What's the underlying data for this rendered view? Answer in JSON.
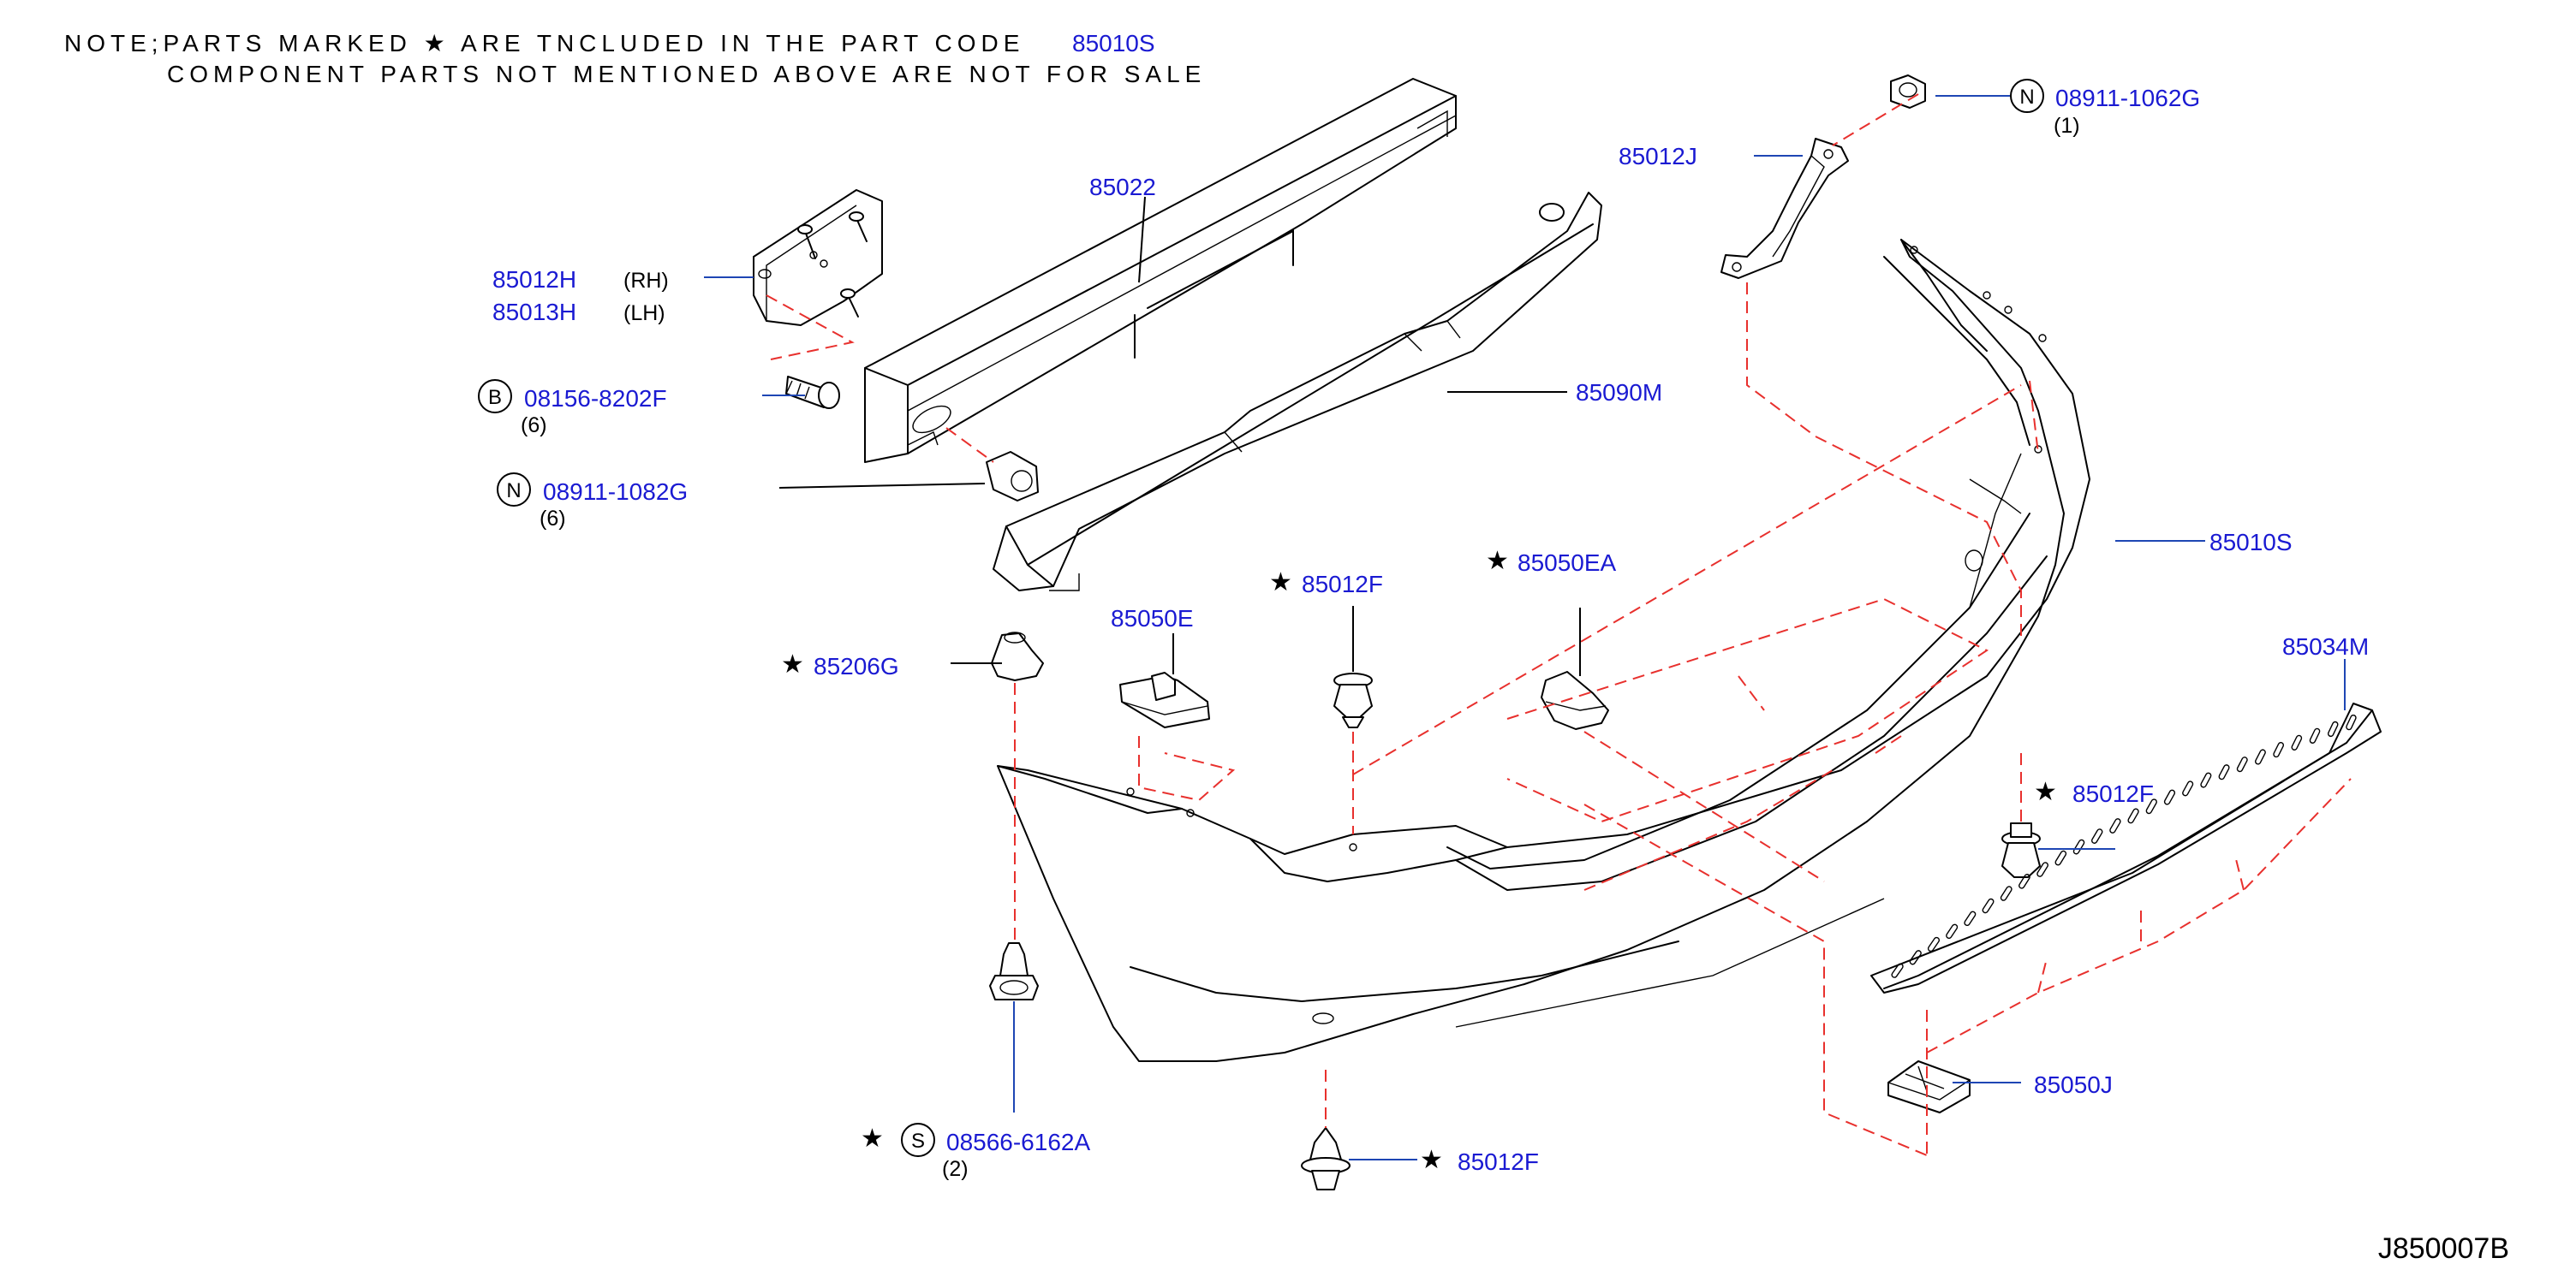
{
  "note": {
    "line1": "NOTE;PARTS MARKED ★ ARE TNCLUDED IN THE PART CODE",
    "overlap_part": "85010S",
    "line2": "COMPONENT PARTS NOT MENTIONED ABOVE ARE NOT FOR SALE"
  },
  "diagram_code": "J850007B",
  "colors": {
    "label": "#1a1ad2",
    "dash": "#e8302d",
    "lead": "#1e46b4"
  },
  "labels": {
    "p85022": "85022",
    "p85012h": "85012H",
    "p85012h_side": "(RH)",
    "p85013h": "85013H",
    "p85013h_side": "(LH)",
    "p08156": "08156-8202F",
    "p08156_prefix": "B",
    "p08156_qty": "(6)",
    "p08911_1082": "08911-1082G",
    "p08911_1082_prefix": "N",
    "p08911_1082_qty": "(6)",
    "p85090m": "85090M",
    "p08911_1062": "08911-1062G",
    "p08911_1062_prefix": "N",
    "p08911_1062_qty": "(1)",
    "p85012j": "85012J",
    "p85010s": "85010S",
    "p85012f_a": "85012F",
    "p85050ea": "85050EA",
    "p85050e": "85050E",
    "p85206g": "85206G",
    "p85034m": "85034M",
    "p85012f_b": "85012F",
    "p08566": "08566-6162A",
    "p08566_prefix": "S",
    "p08566_qty": "(2)",
    "p85012f_c": "85012F",
    "p85050j": "85050J"
  },
  "stars": {
    "s85012f_a": "★",
    "s85050ea": "★",
    "s85206g": "★",
    "s85012f_b": "★",
    "s08566": "★",
    "s85012f_c": "★"
  }
}
